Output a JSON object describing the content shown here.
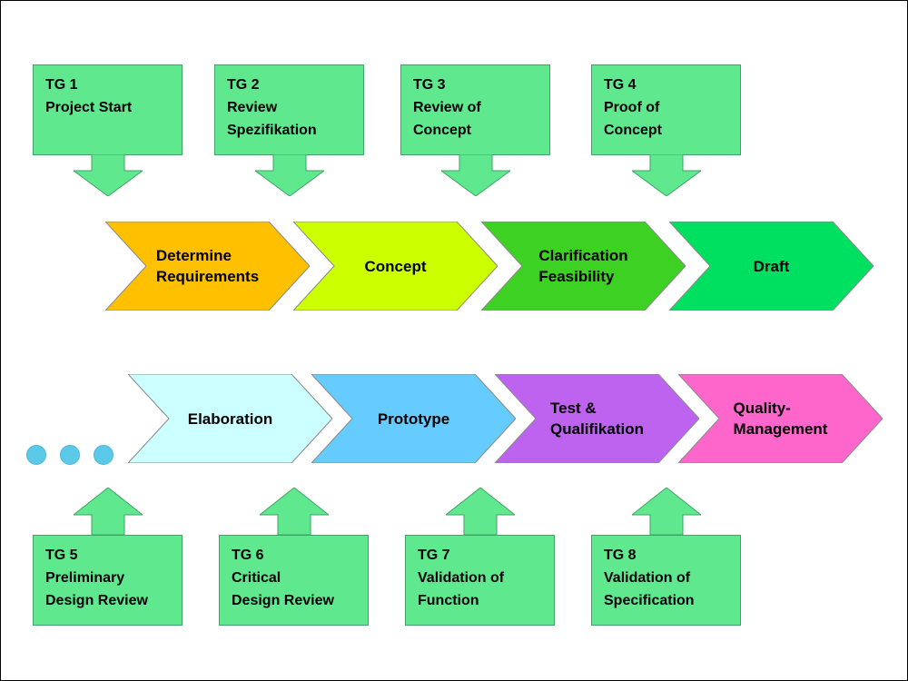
{
  "theme": {
    "box_green": "#5FE88E",
    "box_border": "#3FA266",
    "shape_outline": "#888888",
    "dot_color": "#5CC9E8",
    "dot_border": "#49B6D9"
  },
  "top_gates": [
    {
      "label": "TG 1\nProject Start"
    },
    {
      "label": "TG 2\nReview\nSpezifikation"
    },
    {
      "label": "TG 3\nReview of\nConcept"
    },
    {
      "label": "TG 4\nProof of\nConcept"
    }
  ],
  "phase_row_1": [
    {
      "label": "Determine\nRequirements",
      "color": "#FFC000"
    },
    {
      "label": "Concept",
      "color": "#CCFF00"
    },
    {
      "label": "Clarification\nFeasibility",
      "color": "#3CD123"
    },
    {
      "label": "Draft",
      "color": "#00E060"
    }
  ],
  "phase_row_2": [
    {
      "label": "Elaboration",
      "color": "#CCFFFF"
    },
    {
      "label": "Prototype",
      "color": "#66CCFF"
    },
    {
      "label": "Test &\nQualifikation",
      "color": "#BE63F0"
    },
    {
      "label": "Quality-\nManagement",
      "color": "#FF66CC"
    }
  ],
  "bottom_gates": [
    {
      "label": "TG 5\nPreliminary\nDesign Review"
    },
    {
      "label": "TG 6\nCritical\nDesign Review"
    },
    {
      "label": "TG 7\nValidation of\nFunction"
    },
    {
      "label": "TG 8\nValidation of\nSpecification"
    }
  ],
  "ellipsis_count": 3
}
